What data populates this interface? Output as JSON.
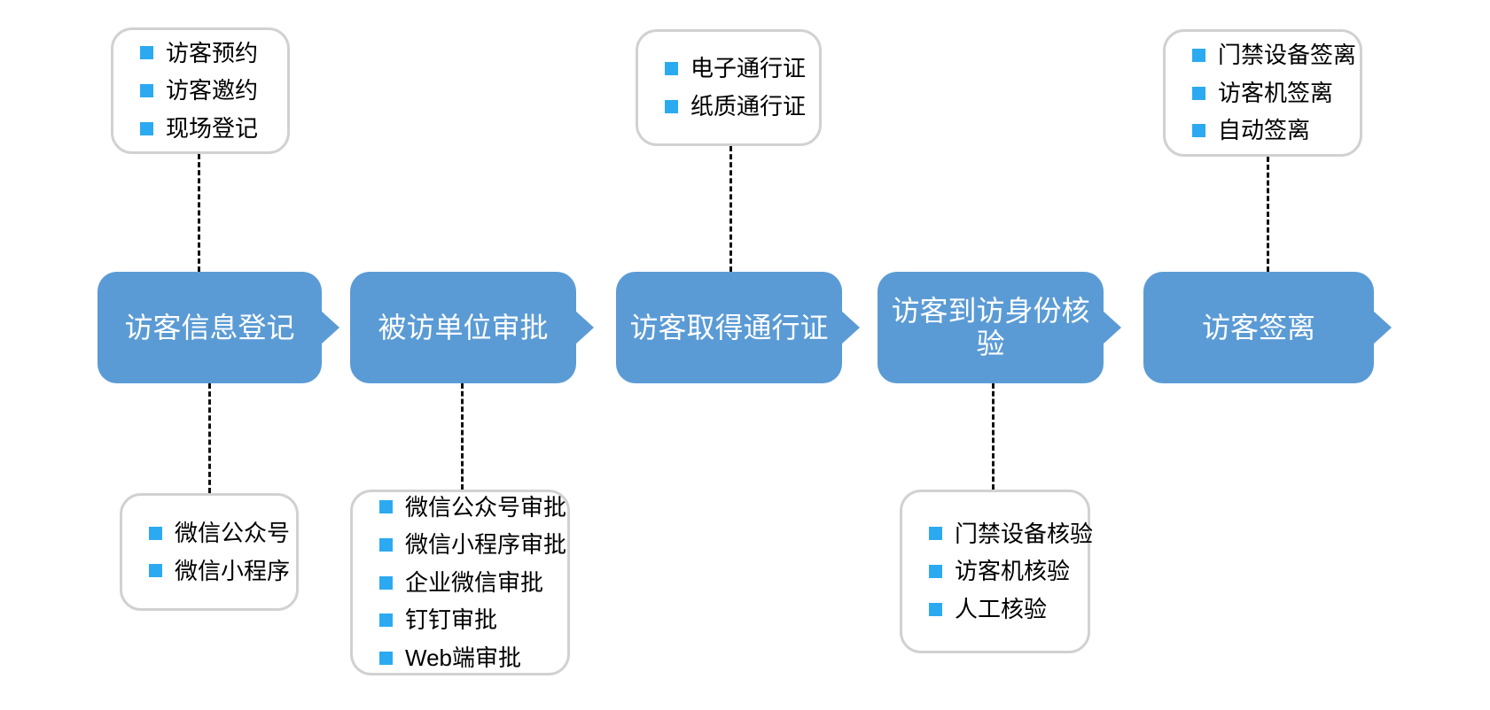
{
  "diagram": {
    "type": "process-flow",
    "background_color": "#ffffff",
    "colors": {
      "flow_box_fill": "#5B9BD5",
      "flow_box_text": "#ffffff",
      "bullet_square": "#2BAAF2",
      "callout_border": "#D1D1D1",
      "callout_text": "#000000",
      "connector_dash": "#111111"
    },
    "flow_steps": [
      {
        "label": "访客信息登记"
      },
      {
        "label": "被访单位审批"
      },
      {
        "label": "访客取得通行证"
      },
      {
        "label": "访客到访身份核验"
      },
      {
        "label": "访客签离"
      }
    ],
    "callouts_top": [
      {
        "connects_to": "访客信息登记",
        "items": [
          "访客预约",
          "访客邀约",
          "现场登记"
        ]
      },
      {
        "connects_to": "访客取得通行证",
        "items": [
          "电子通行证",
          "纸质通行证"
        ]
      },
      {
        "connects_to": "访客签离",
        "items": [
          "门禁设备签离",
          "访客机签离",
          "自动签离"
        ]
      }
    ],
    "callouts_bottom": [
      {
        "connects_to": "访客信息登记",
        "items": [
          "微信公众号",
          "微信小程序"
        ]
      },
      {
        "connects_to": "被访单位审批",
        "items": [
          "微信公众号审批",
          "微信小程序审批",
          "企业微信审批",
          "钉钉审批",
          "Web端审批"
        ]
      },
      {
        "connects_to": "访客到访身份核验",
        "items": [
          "门禁设备核验",
          "访客机核验",
          "人工核验"
        ]
      }
    ]
  }
}
